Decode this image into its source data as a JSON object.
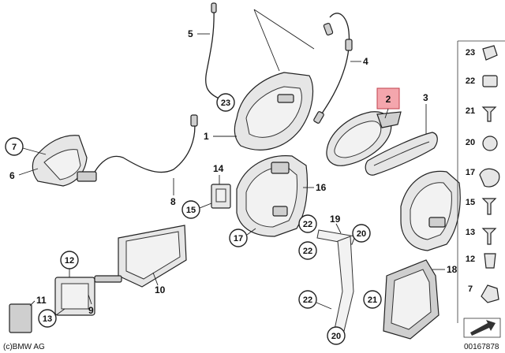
{
  "callouts": {
    "p1": "1",
    "p2": "2",
    "p3": "3",
    "p4": "4",
    "p5": "5",
    "p6": "6",
    "p7": "7",
    "p8": "8",
    "p9": "9",
    "p10": "10",
    "p11": "11",
    "p12": "12",
    "p13": "13",
    "p14": "14",
    "p15": "15",
    "p16": "16",
    "p17": "17",
    "p18": "18",
    "p19": "19",
    "p20": "20",
    "p21": "21",
    "p22": "22",
    "p23": "23"
  },
  "sidebar": [
    "23",
    "22",
    "21",
    "20",
    "17",
    "15",
    "13",
    "12",
    "7"
  ],
  "footer": {
    "brand": "(c)BMW AG",
    "code": "00167878"
  },
  "highlight": "2"
}
